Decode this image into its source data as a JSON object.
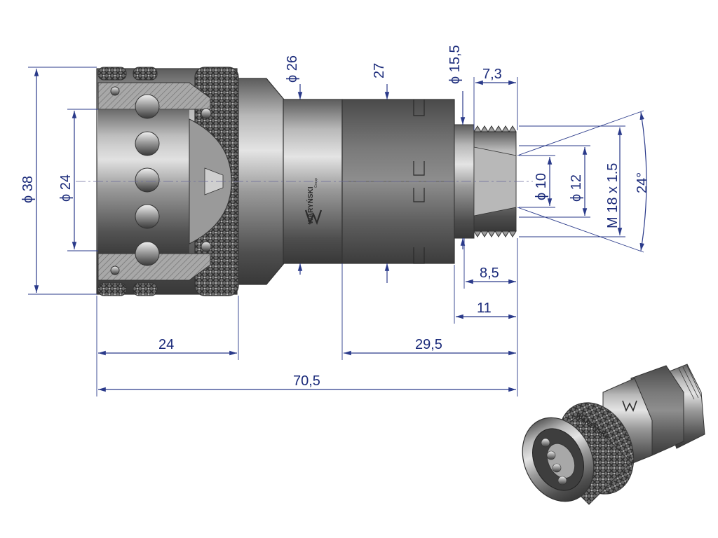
{
  "brand": {
    "name": "WARYŃSKI",
    "sub": "Group"
  },
  "dimensions": {
    "d38": "ϕ 38",
    "d24": "ϕ 24",
    "d26": "ϕ 26",
    "d27": "27",
    "d155": "ϕ 15,5",
    "d73": "7,3",
    "d10": "ϕ 10",
    "d12": "ϕ 12",
    "thread": "M 18 x 1.5",
    "angle": "24°",
    "d85": "8,5",
    "d11": "11",
    "d24len": "24",
    "d295": "29,5",
    "d705": "70,5"
  },
  "colors": {
    "dimension": "#1a2a7a",
    "metal": "#8c8c8c",
    "dark_metal": "#5a5a5a"
  }
}
